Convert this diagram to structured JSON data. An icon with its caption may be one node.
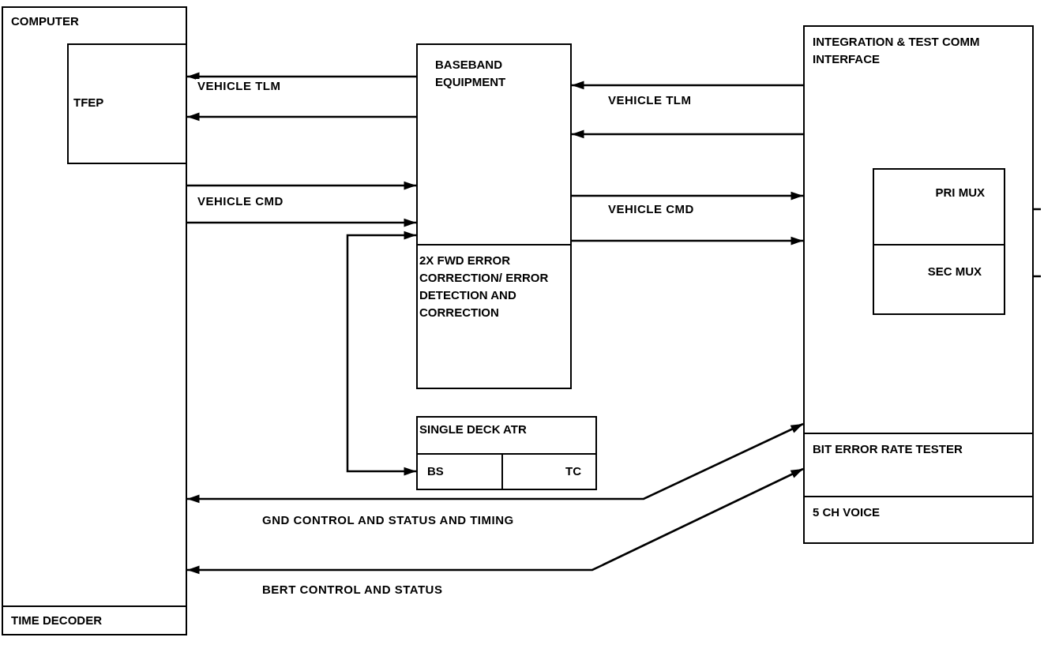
{
  "diagram": {
    "nodes": [
      {
        "text": [
          "COMPUTER"
        ]
      },
      {
        "text": [
          "TFEP"
        ],
        "in": 0
      },
      {
        "text": [
          "TIME DECODER"
        ],
        "in": 0
      },
      {
        "text": [
          "BASEBAND EQUIPMENT"
        ]
      },
      {
        "text": [
          "2X FWD ERROR CORRECTION/ ERROR DETECTION AND CORRECTION"
        ]
      },
      {
        "text": [
          "SINGLE DECK ATR"
        ]
      },
      {
        "text": [
          "BS"
        ]
      },
      {
        "text": [
          "TC"
        ]
      },
      {
        "text": [
          "INTEGRATION & TEST COMM INTERFACE"
        ]
      },
      {
        "text": [
          "PRI MUX"
        ],
        "in": 8
      },
      {
        "text": [
          "SEC MUX"
        ],
        "in": 8
      },
      {
        "text": [
          "BIT ERROR RATE TESTER"
        ]
      },
      {
        "text": [
          "5 CH VOICE"
        ]
      }
    ],
    "edges": [
      {
        "from": 3,
        "to": 1,
        "arrow": "to",
        "label": "VEHICLE TLM"
      },
      {
        "from": 3,
        "to": 1,
        "arrow": "to"
      },
      {
        "from": 0,
        "to": 3,
        "arrow": "to",
        "label": "VEHICLE CMD"
      },
      {
        "from": 0,
        "to": 3,
        "arrow": "to"
      },
      {
        "from": 3,
        "to": 5,
        "arrow": "both"
      },
      {
        "from": 8,
        "to": 3,
        "arrow": "to",
        "label": "VEHICLE TLM"
      },
      {
        "from": 8,
        "to": 3,
        "arrow": "to"
      },
      {
        "from": 3,
        "to": 8,
        "arrow": "to",
        "label": "VEHICLE CMD"
      },
      {
        "from": 3,
        "to": 8,
        "arrow": "to"
      },
      {
        "from": 9,
        "to": null,
        "arrow": "none"
      },
      {
        "from": 10,
        "to": null,
        "arrow": "none"
      },
      {
        "from": 8,
        "to": 0,
        "arrow": "both",
        "label": "GND CONTROL AND STATUS AND TIMING"
      },
      {
        "from": 11,
        "to": 0,
        "arrow": "both",
        "label": "BERT CONTROL AND STATUS"
      }
    ]
  }
}
